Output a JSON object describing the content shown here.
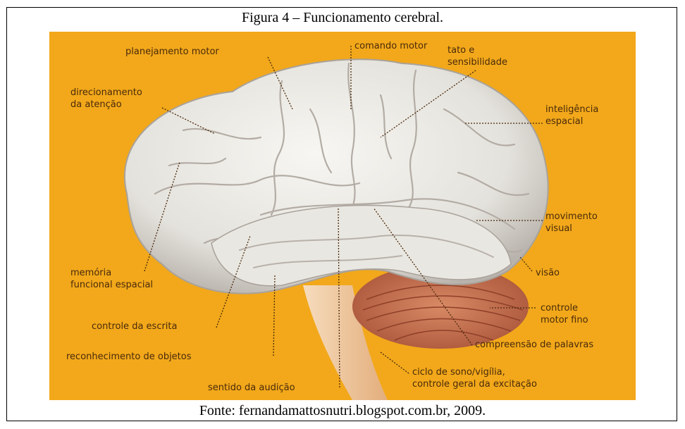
{
  "figure": {
    "caption": "Figura 4 – Funcionamento cerebral.",
    "source": "Fonte: fernandamattosnutri.blogspot.com.br, 2009."
  },
  "colors": {
    "background": "#f2a81a",
    "brain": "#ecebe6",
    "cerebellum": "#c46a45",
    "brainstem": "#f0c79c",
    "label_text": "#4a2a0c"
  },
  "labels": {
    "planejamento_motor": "planejamento motor",
    "comando_motor": "comando motor",
    "tato": "tato e\nsensibilidade",
    "direcionamento": "direcionamento\nda atenção",
    "inteligencia": "inteligência\nespacial",
    "movimento_visual": "movimento\nvisual",
    "visao": "visão",
    "memoria": "memória\nfuncional espacial",
    "controle_motor_fino": "controle\nmotor fino",
    "controle_escrita": "controle da escrita",
    "compreensao": "compreensão de palavras",
    "reconhecimento": "reconhecimento de objetos",
    "ciclo_sono": "ciclo de sono/vigília,\ncontrole geral da excitação",
    "sentido_audicao": "sentido da audição"
  }
}
